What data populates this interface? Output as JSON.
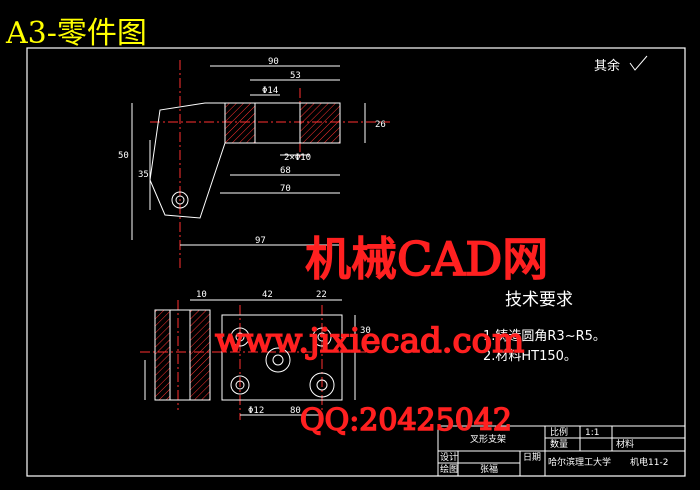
{
  "title": "A3-零件图",
  "surface_note": "其余",
  "dims": {
    "d90": "90",
    "d53": "53",
    "d14": "Φ14",
    "d26": "26",
    "d50": "50",
    "d35": "35",
    "d68": "68",
    "d70": "70",
    "d97": "97",
    "d2x10": "2×Φ10",
    "d42": "42",
    "d22": "22",
    "d10": "10",
    "d30": "30",
    "d80": "80",
    "d12": "Φ12"
  },
  "tech_req": {
    "heading": "技术要求",
    "item1": "1.铸造圆角R3~R5。",
    "item2": "2.材料HT150。"
  },
  "title_block": {
    "part_name": "叉形支架",
    "scale_label": "比例",
    "scale_value": "1:1",
    "qty_label": "数量",
    "material_label": "材料",
    "design_label": "设计",
    "draw_label": "绘图",
    "drafter": "张福",
    "date_label": "日期",
    "school": "哈尔滨理工大学",
    "class": "机电11-2"
  },
  "watermark": {
    "site": "机械CAD网",
    "url": "www.jixiecad.com",
    "qq": "QQ:20425042"
  }
}
